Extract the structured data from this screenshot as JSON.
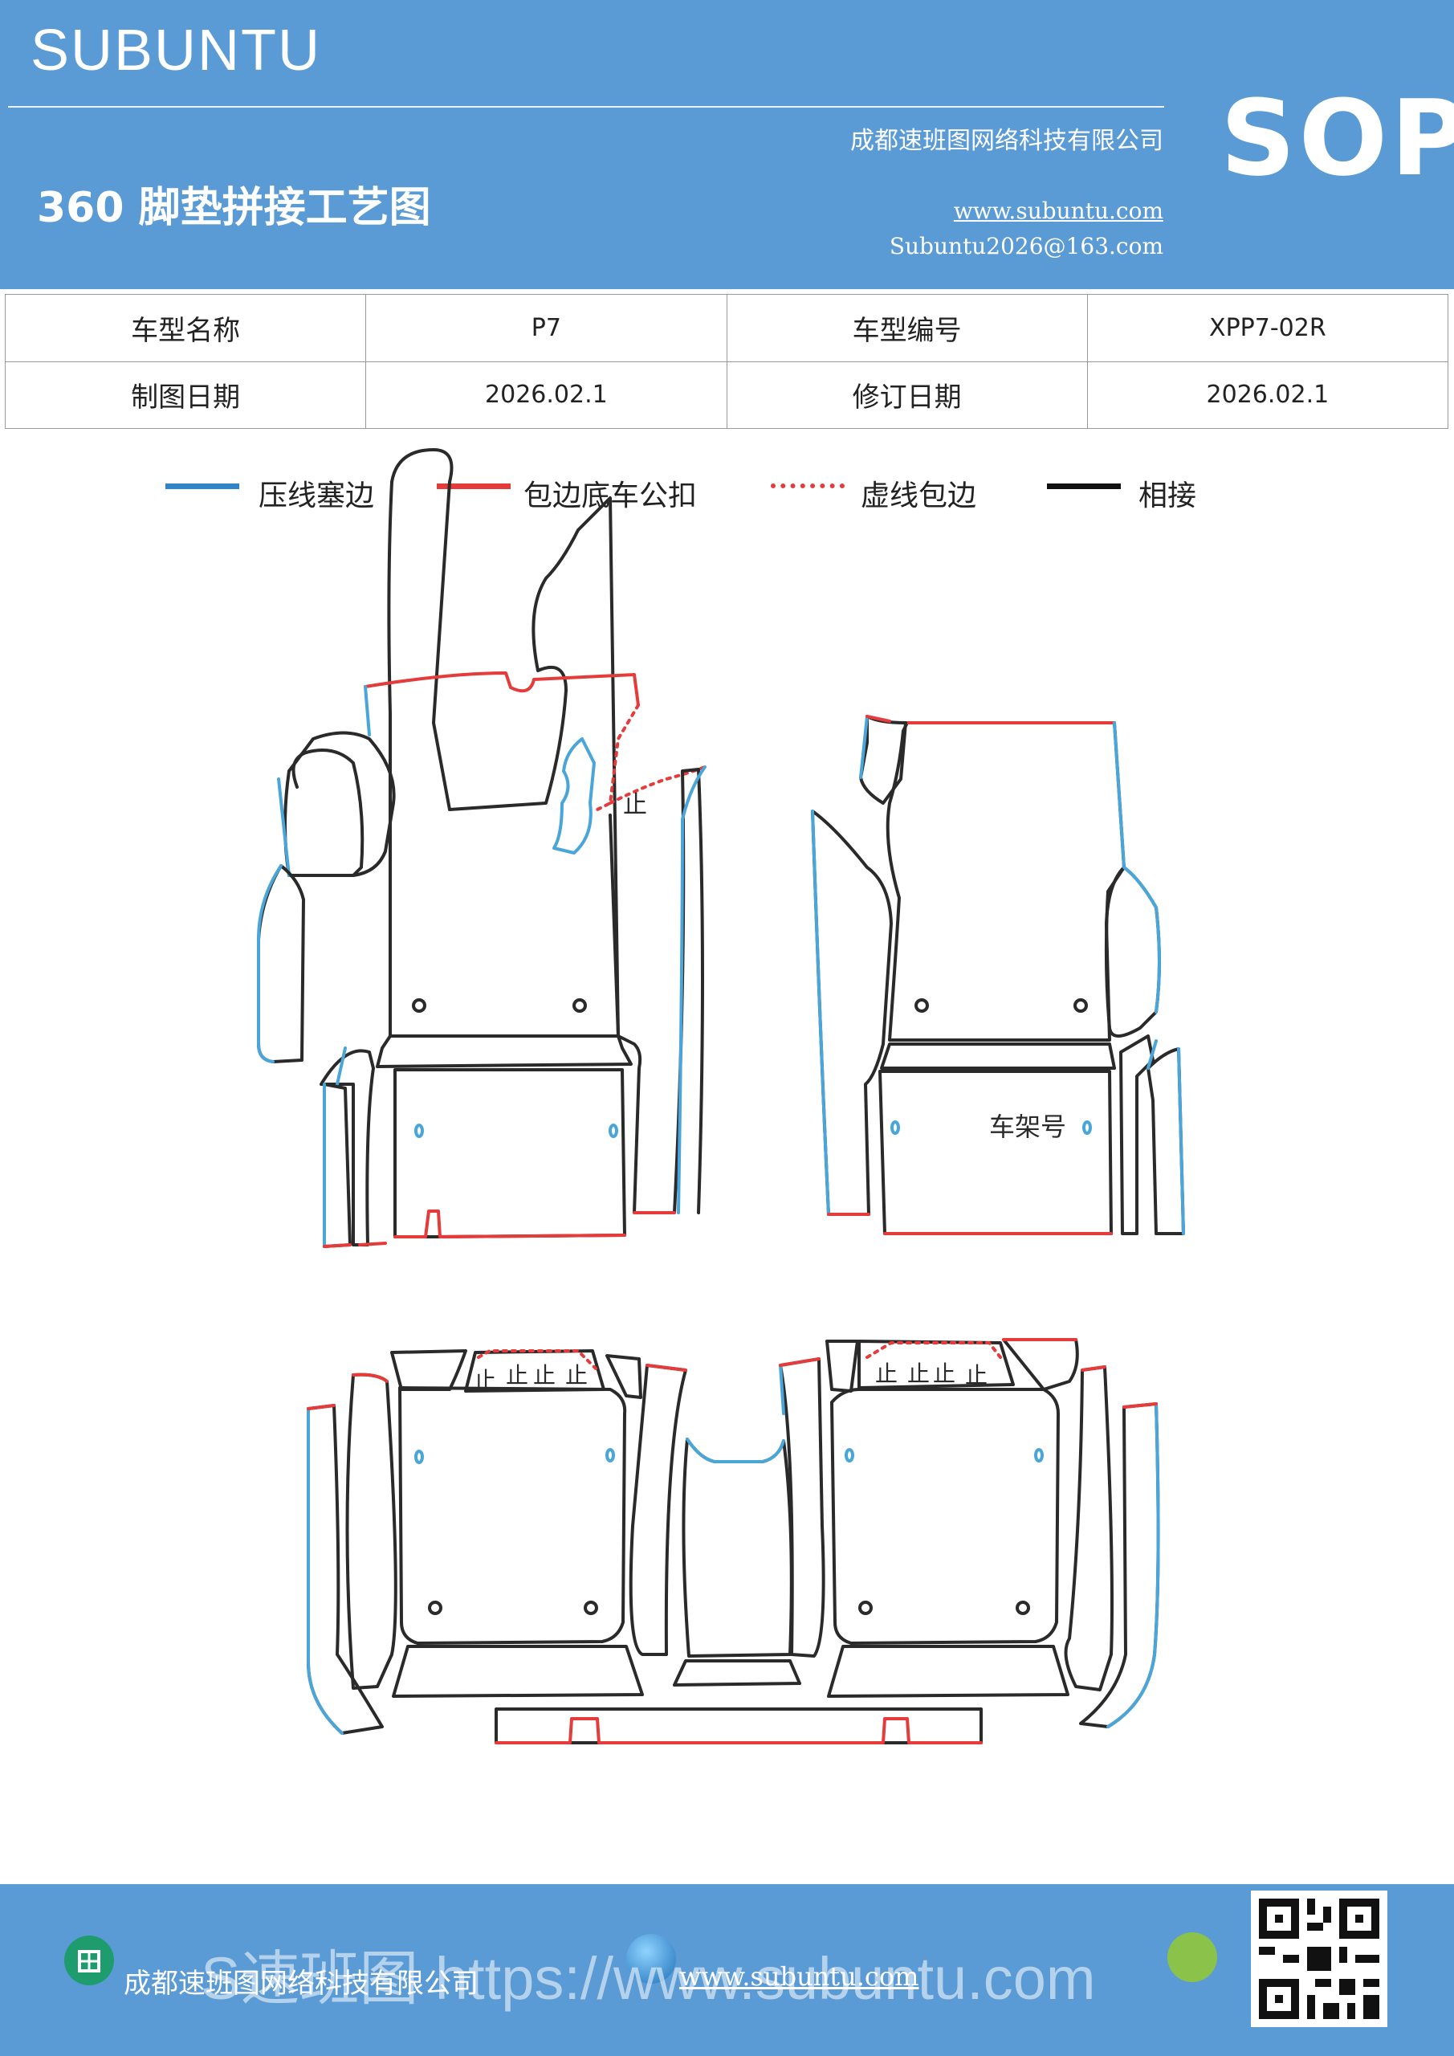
{
  "header": {
    "brand": "SUBUNTU",
    "company": "成都速班图网络科技有限公司",
    "website": "www.subuntu.com",
    "email": "Subuntu2026@163.com",
    "title": "360 脚垫拼接工艺图",
    "badge": "SOP"
  },
  "info": {
    "model_name_label": "车型名称",
    "model_name": "P7",
    "model_no_label": "车型编号",
    "model_no": "XPP7-02R",
    "drawing_date_label": "制图日期",
    "drawing_date": "2026.02.1",
    "revision_date_label": "修订日期",
    "revision_date": "2026.02.1"
  },
  "legend": [
    {
      "label": "压线塞边",
      "color": "#2e86c8",
      "style": "solid"
    },
    {
      "label": "包边底车公扣",
      "color": "#e53b3b",
      "style": "solid"
    },
    {
      "label": "虚线包边",
      "color": "#e53b3b",
      "style": "dotted"
    },
    {
      "label": "相接",
      "color": "#111111",
      "style": "solid"
    }
  ],
  "drawing": {
    "stop_mark": "止",
    "vin_label": "车架号"
  },
  "footer": {
    "company": "成都速班图网络科技有限公司",
    "website": "www.subuntu.com",
    "watermark": "S速班图 https://www.subuntu.com"
  },
  "colors": {
    "header_bg": "#5b9bd5",
    "blue_edge": "#4aa6d9",
    "red_edge": "#e53b3b",
    "joint": "#2a2a2a"
  }
}
